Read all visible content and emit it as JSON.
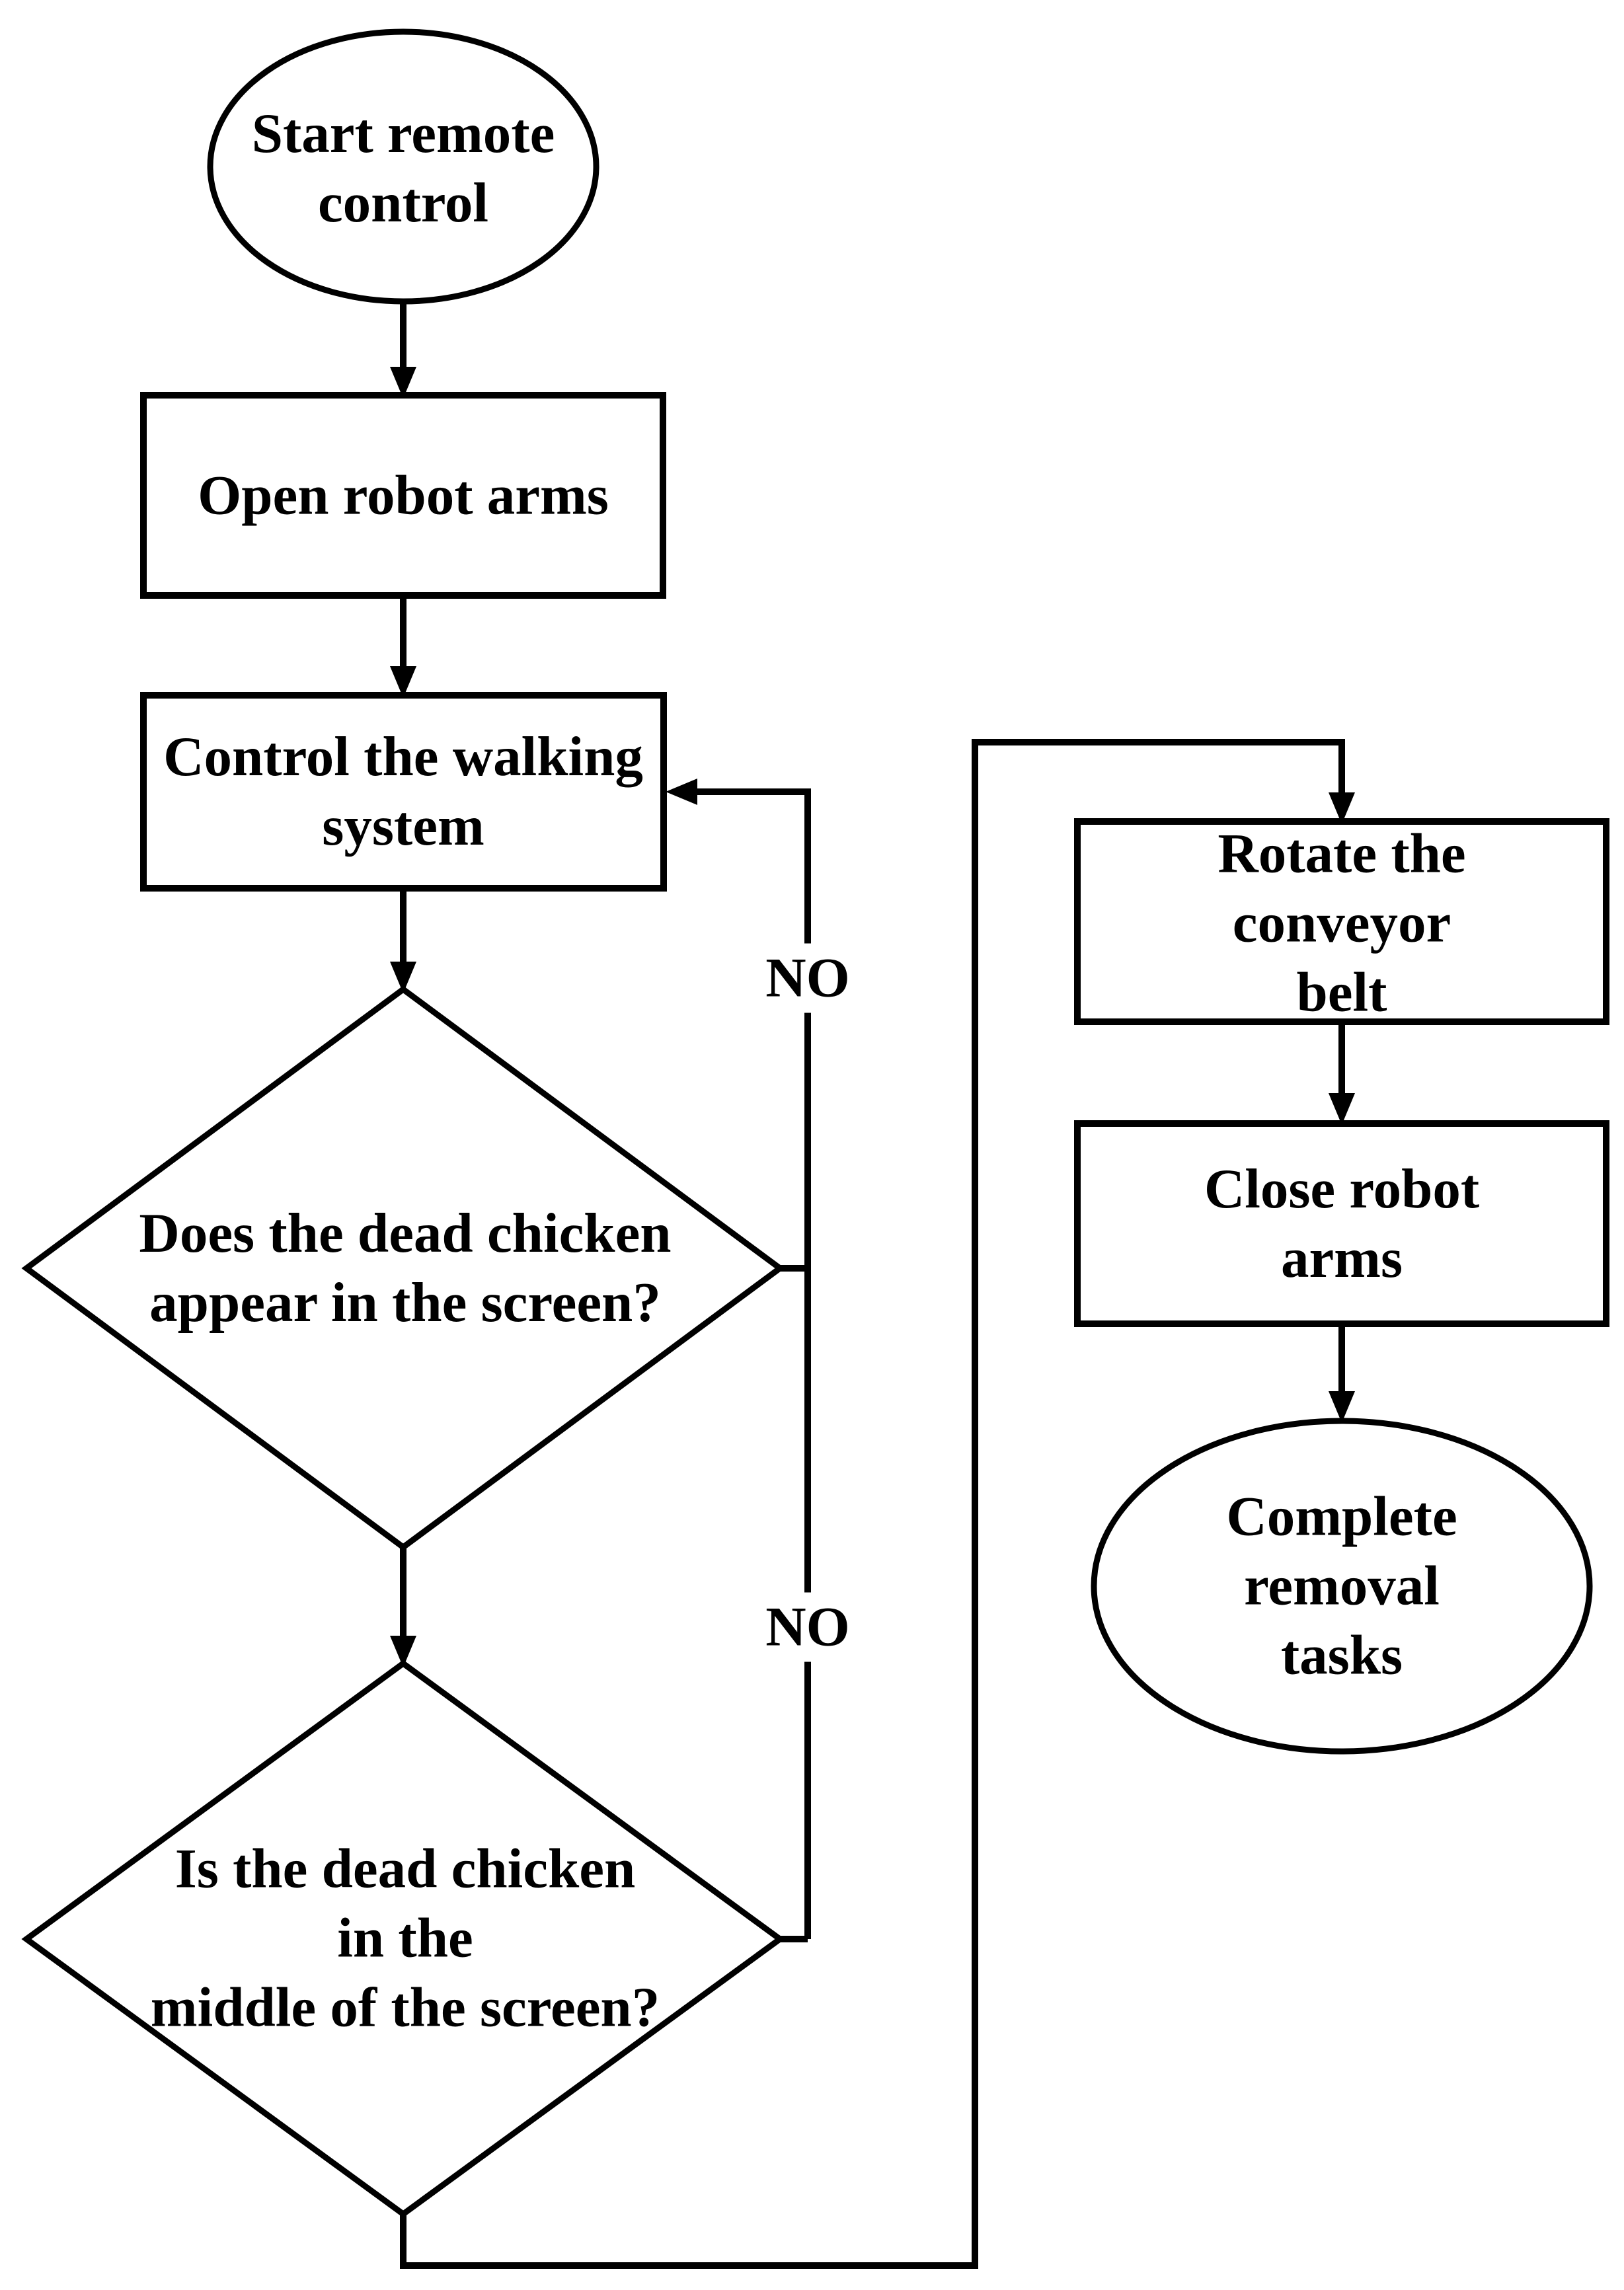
{
  "figure": {
    "type": "flowchart"
  },
  "nodes": {
    "start": {
      "shape": "ellipse",
      "label": "Start remote\ncontrol"
    },
    "open_arms": {
      "shape": "rect",
      "label": "Open robot arms"
    },
    "control_walking": {
      "shape": "rect",
      "label": "Control the walking\nsystem"
    },
    "chicken_appear": {
      "shape": "diamond",
      "label": "Does the dead chicken\nappear in the screen?"
    },
    "chicken_middle": {
      "shape": "diamond",
      "label": "Is the dead chicken\nin the\nmiddle of the screen?"
    },
    "rotate_belt": {
      "shape": "rect",
      "label": "Rotate the conveyor\nbelt"
    },
    "close_arms": {
      "shape": "rect",
      "label": "Close robot arms"
    },
    "complete": {
      "shape": "ellipse",
      "label": "Complete\nremoval tasks"
    }
  },
  "edge_labels": {
    "no_loop_1": "NO",
    "no_loop_2": "NO"
  },
  "colors": {
    "stroke": "#000000",
    "fill": "#ffffff",
    "text": "#000000"
  }
}
